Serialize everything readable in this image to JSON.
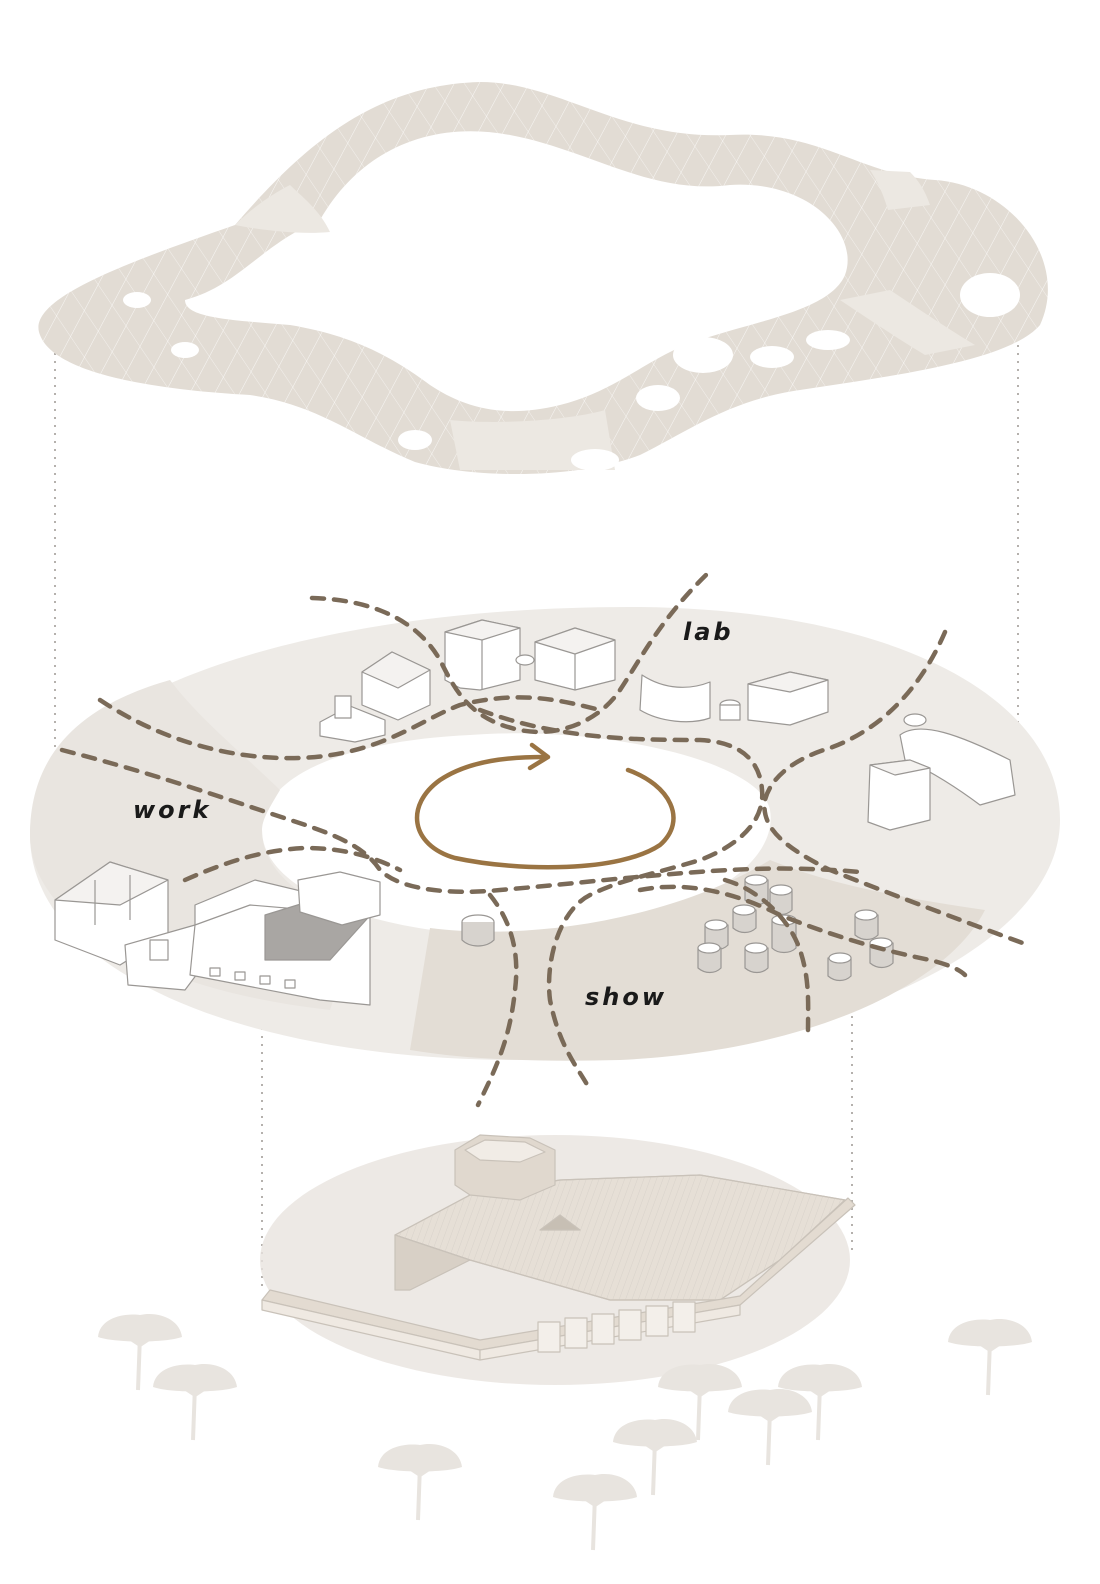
{
  "labels": {
    "lab": "lab",
    "work": "work",
    "show": "show"
  },
  "colors": {
    "roof_fill": "#e2dcd4",
    "roof_lines": "#ffffff",
    "ring_outer": "#eeebe7",
    "ring_show": "#e3ddd5",
    "path_dash": "#7a6a58",
    "loop_arrow": "#9a7443",
    "building_fill": "#ffffff",
    "building_stroke": "#9a9794",
    "building_shade": "#a9a6a3",
    "base_fill": "#e9e4de",
    "tree": "#e8e4df",
    "guide": "#b5b1ad"
  },
  "icons": {
    "loop": "circular-arrow-icon",
    "tree": "acacia-tree-icon"
  }
}
